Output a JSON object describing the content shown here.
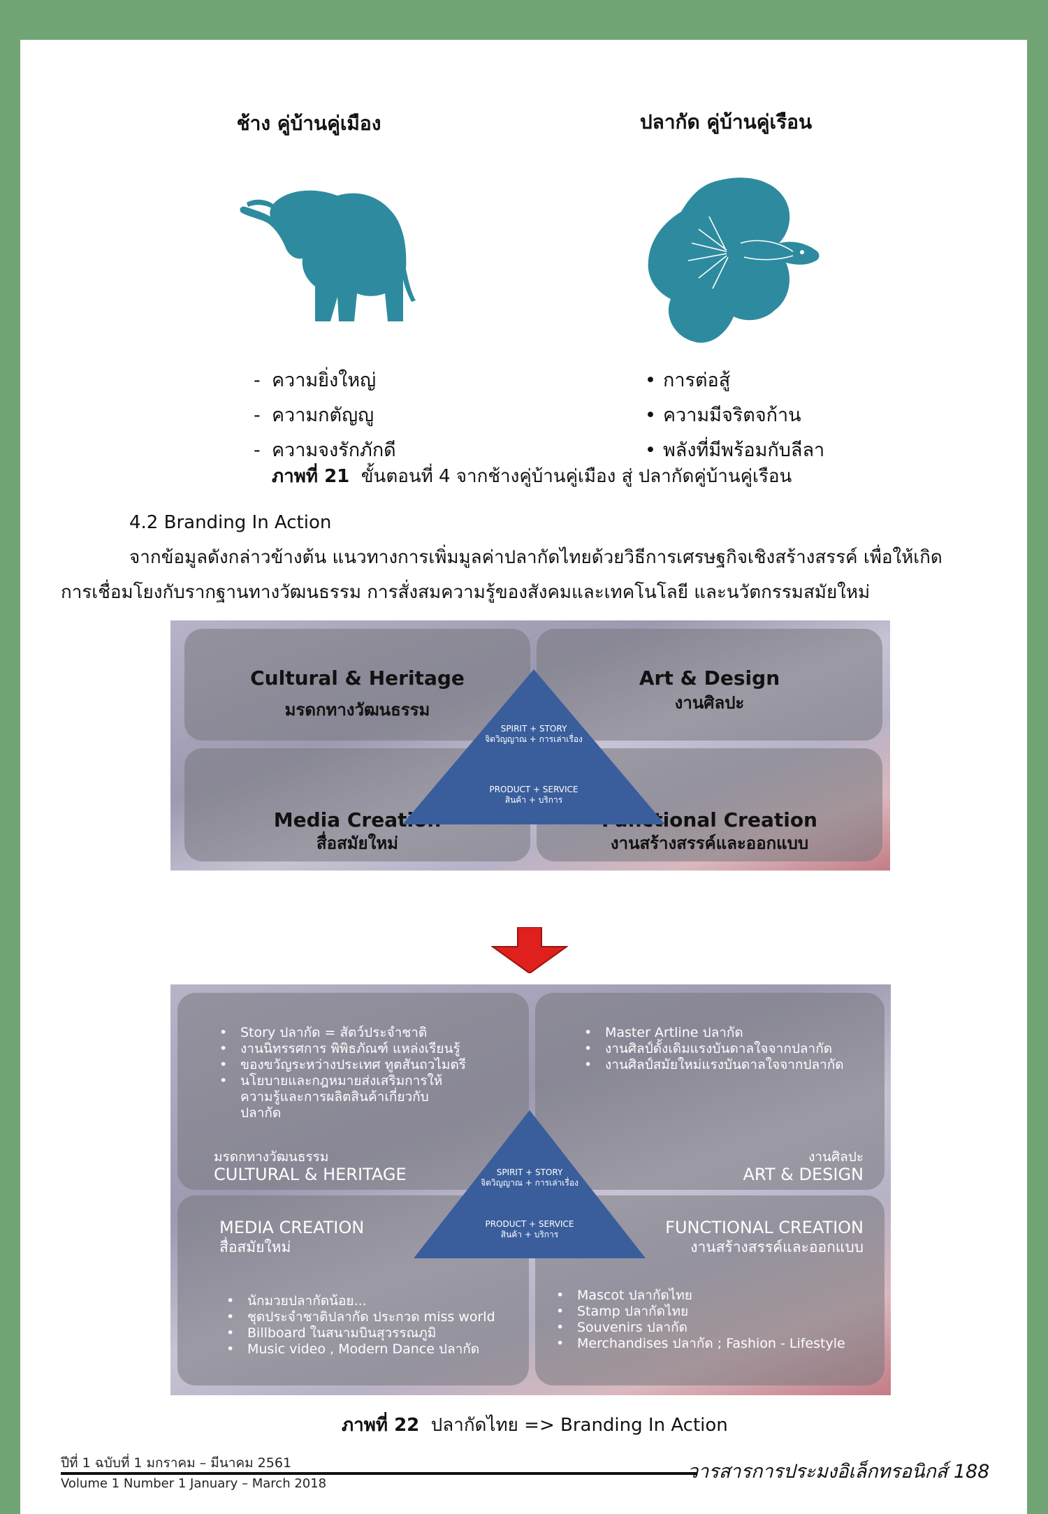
{
  "left_col": {
    "title": "ช้าง คู่บ้านคู่เมือง",
    "items": [
      "ความยิ่งใหญ่",
      "ความกตัญญู",
      "ความจงรักภักดี"
    ],
    "marker": "-"
  },
  "right_col": {
    "title": "ปลากัด คู่บ้านคู่เรือน",
    "items": [
      "การต่อสู้",
      "ความมีจริตจก้าน",
      "พลังที่มีพร้อมกับลีลา"
    ],
    "marker": "•"
  },
  "fig21": {
    "label": "ภาพที่ 21",
    "text": "ขั้นตอนที่ 4 จากช้างคู่บ้านคู่เมือง สู่ ปลากัดคู่บ้านคู่เรือน"
  },
  "section": {
    "heading": "4.2  Branding In Action",
    "line1": "จากข้อมูลดังกล่าวข้างต้น แนวทางการเพิ่มมูลค่าปลากัดไทยด้วยวิธีการเศรษฐกิจเชิงสร้างสรรค์ เพื่อให้เกิด",
    "line2": "การเชื่อมโยงกับรากฐานทางวัฒนธรรม การสั่งสมความรู้ของสังคมและเทคโนโลยี และนวัตกรรมสมัยใหม่"
  },
  "diagram1": {
    "tl_title": "Cultural & Heritage",
    "tl_sub": "มรดกทางวัฒนธรรม",
    "tr_title": "Art & Design",
    "tr_sub": "งานศิลปะ",
    "bl_title": "Media Creation",
    "bl_sub": "สื่อสมัยใหม่",
    "br_title": "Functional Creation",
    "br_sub": "งานสร้างสรรค์และออกแบบ",
    "tri_top_en": "SPIRIT + STORY",
    "tri_top_th": "จิตวิญญาณ + การเล่าเรื่อง",
    "tri_bot_en": "PRODUCT + SERVICE",
    "tri_bot_th": "สินค้า + บริการ"
  },
  "diagram2": {
    "tl_items": [
      "Story ปลากัด = สัตว์ประจำชาติ",
      "งานนิทรรศการ พิพิธภัณฑ์ แหล่งเรียนรู้",
      "ของขวัญระหว่างประเทศ ทูตสันถวไมตรี",
      "นโยบายและกฎหมายส่งเสริมการให้ความรู้และการผลิตสินค้าเกี่ยวกับปลากัด"
    ],
    "tl_label_th": "มรดกทางวัฒนธรรม",
    "tl_label_en": "CULTURAL & HERITAGE",
    "tr_items": [
      "Master Artline ปลากัด",
      "งานศิลป์ดั้งเดิมแรงบันดาลใจจากปลากัด",
      "งานศิลป์สมัยใหม่แรงบันดาลใจจากปลากัด"
    ],
    "tr_label_th": "งานศิลปะ",
    "tr_label_en": "ART & DESIGN",
    "bl_label_en": "MEDIA CREATION",
    "bl_label_th": "สื่อสมัยใหม่",
    "bl_items": [
      "นักมวยปลากัดน้อย...",
      "ชุดประจำชาติปลากัด ประกวด miss world",
      "Billboard ในสนามบินสุวรรณภูมิ",
      "Music video , Modern Dance ปลากัด"
    ],
    "br_label_en": "FUNCTIONAL CREATION",
    "br_label_th": "งานสร้างสรรค์และออกแบบ",
    "br_items": [
      "Mascot ปลากัดไทย",
      "Stamp ปลากัดไทย",
      "Souvenirs ปลากัด",
      "Merchandises ปลากัด ; Fashion - Lifestyle"
    ],
    "tri_top_en": "SPIRIT + STORY",
    "tri_top_th": "จิตวิญญาณ + การเล่าเรื่อง",
    "tri_bot_en": "PRODUCT + SERVICE",
    "tri_bot_th": "สินค้า + บริการ",
    "bullet": "•"
  },
  "fig22": {
    "label": "ภาพที่ 22",
    "text": "ปลากัดไทย => Branding In Action"
  },
  "footer": {
    "left_line1": "ปีที่ 1 ฉบับที่ 1 มกราคม – มีนาคม 2561",
    "left_line2": "Volume 1 Number 1 January – March 2018",
    "right": "วารสารการประมงอิเล็กทรอนิกส์  188"
  },
  "colors": {
    "teal": "#2e8b9f",
    "triangle": "#3a5e9c",
    "arrow": "#e0201c",
    "border": "#71a475"
  }
}
